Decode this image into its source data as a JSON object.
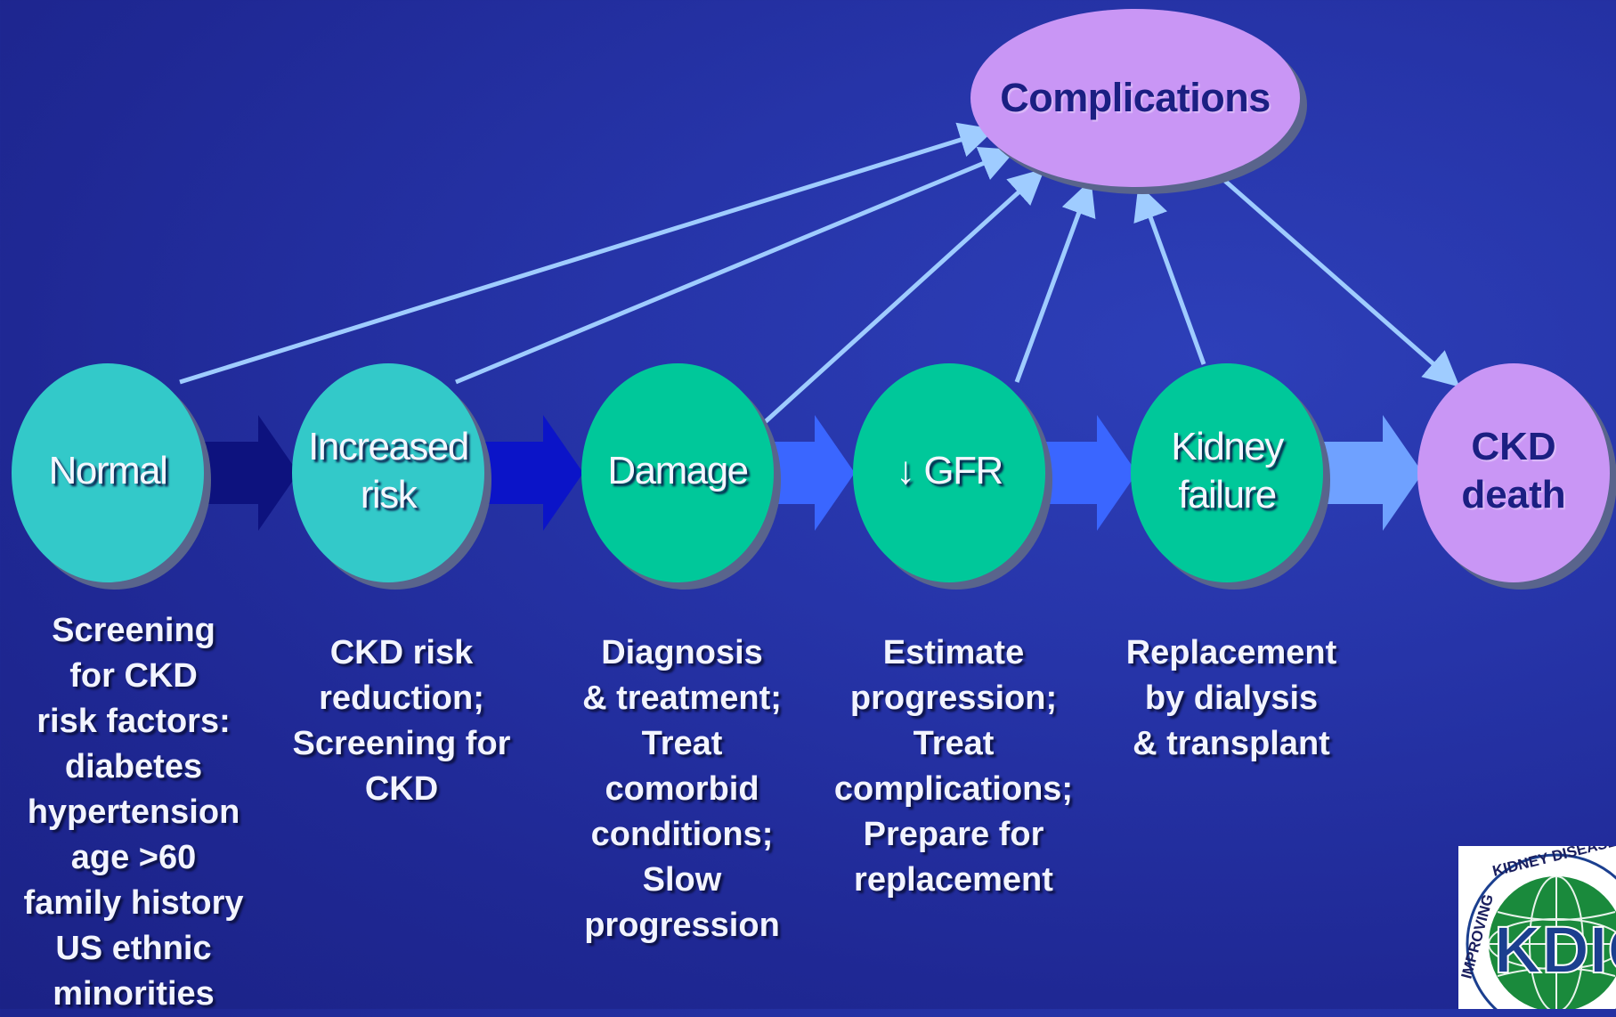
{
  "diagram": {
    "top_node": {
      "label": "Complications",
      "color": "#c996f5"
    },
    "stages": [
      {
        "label": "Normal",
        "color": "#33c9c9"
      },
      {
        "label": "Increased\nrisk",
        "color": "#33c9c9"
      },
      {
        "label": "Damage",
        "color": "#00c89a"
      },
      {
        "label": "↓ GFR",
        "color": "#00c89a"
      },
      {
        "label": "Kidney\nfailure",
        "color": "#00c89a"
      },
      {
        "label": "CKD\ndeath",
        "color": "#c996f5"
      }
    ],
    "stage_arrow_colors": [
      "#0d127e",
      "#0b14c8",
      "#3a66ff",
      "#3a66ff",
      "#6fa1ff"
    ],
    "complication_arrow_color": "#9fccff",
    "captions": [
      "Screening\nfor CKD\nrisk factors:\ndiabetes\nhypertension\nage >60\nfamily history\nUS ethnic\nminorities",
      "CKD risk\nreduction;\nScreening for\nCKD",
      "Diagnosis\n& treatment;\nTreat\ncomorbid\nconditions;\nSlow\nprogression",
      "Estimate\nprogression;\nTreat\ncomplications;\nPrepare for\nreplacement",
      "Replacement\nby dialysis\n& transplant"
    ]
  },
  "logo": {
    "text_top": "KIDNEY DISEASE",
    "text_left": "IMPROVING",
    "monogram": "KDIG",
    "colors": {
      "ring": "#ffffff",
      "globe": "#1a8a3c",
      "monogram": "#1b3f8f"
    }
  }
}
